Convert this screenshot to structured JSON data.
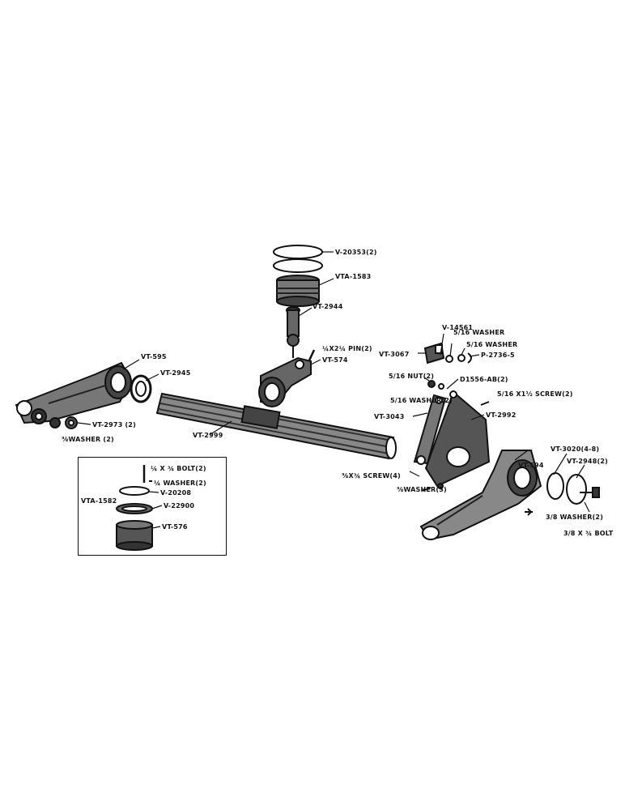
{
  "labels": {
    "v20353": "V-20353(2)",
    "vta1583": "VTA-1583",
    "vt2944": "VT-2944",
    "pin": "¼X2¼ PIN(2)",
    "vt574": "VT-574",
    "vt595": "VT-595",
    "vt2945": "VT-2945",
    "vt2973": "VT-2973 (2)",
    "washer_left": "⅜WASHER (2)",
    "vt2999": "VT-2999",
    "v14561": "V-14561",
    "vt3067": "VT-3067",
    "washer_5_16_a": "5/16 WASHER",
    "washer_5_16_b": "5/16 WASHER",
    "p2736": "P-2736-5",
    "nut": "5/16 NUT(2)",
    "d1556": "D1556-AB(2)",
    "washer_5_16_2": "5/16 WASHER(2)",
    "screw_5_16": "5/16 X1½ SCREW(2)",
    "vt3043": "VT-3043",
    "vt2992": "VT-2992",
    "screw_4": "⅜X¾ SCREW(4)",
    "washer_3": "⅜WASHER(3)",
    "vt594": "VT-594",
    "vt3020": "VT-3020(4-8)",
    "vt2948": "VT-2948(2)",
    "washer_3_8_2": "3/8 WASHER(2)",
    "bolt_3_8": "3/8 X ¾ BOLT",
    "inset_bolt": "¼ X ¾ BOLT(2)",
    "inset_washer": "¼ WASHER(2)",
    "vta1582": "VTA-1582",
    "v20208": "V-20208",
    "v22900": "V-22900",
    "vt576": "VT-576"
  }
}
